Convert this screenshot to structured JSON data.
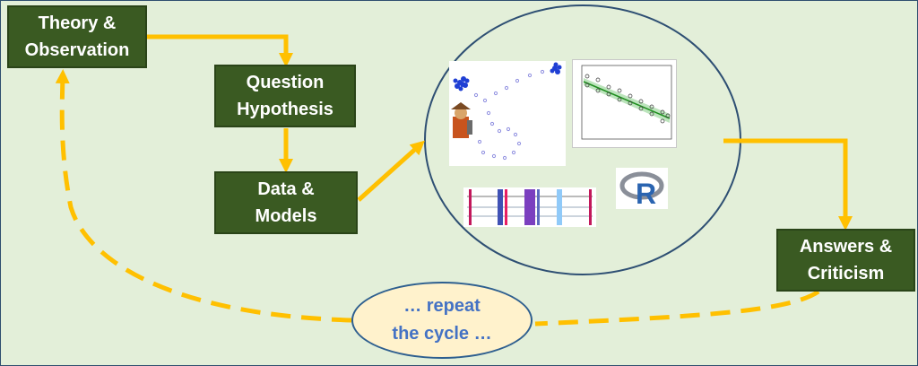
{
  "nodes": {
    "theory": {
      "line1": "Theory &",
      "line2": "Observation"
    },
    "question": {
      "line1": "Question",
      "line2": "Hypothesis"
    },
    "data": {
      "line1": "Data &",
      "line2": "Models"
    },
    "answers": {
      "line1": "Answers &",
      "line2": "Criticism"
    },
    "repeat": {
      "line1": "… repeat",
      "line2": "the cycle …"
    }
  },
  "analysis": {
    "logo_letter": "R"
  },
  "colors": {
    "background": "#e3efd9",
    "box_fill": "#3a5a22",
    "arrow": "#ffc000",
    "circle_border": "#2e4f73",
    "repeat_text": "#4472c4",
    "repeat_fill": "#fff2cc"
  }
}
